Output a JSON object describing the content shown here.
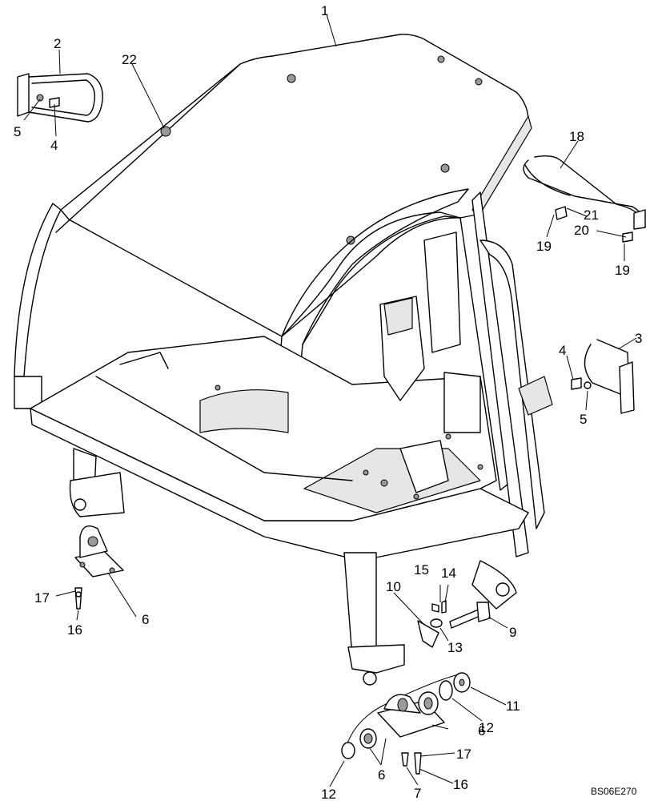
{
  "drawing_code": "BS06E270",
  "callouts": {
    "c1": "1",
    "c2": "2",
    "c3": "3",
    "c4a": "4",
    "c4b": "4",
    "c5a": "5",
    "c5b": "5",
    "c6a": "6",
    "c6b": "6",
    "c6c": "6",
    "c7": "7",
    "c9": "9",
    "c10": "10",
    "c11": "11",
    "c12a": "12",
    "c12b": "12",
    "c13": "13",
    "c14": "14",
    "c15": "15",
    "c16a": "16",
    "c16b": "16",
    "c17a": "17",
    "c17b": "17",
    "c18": "18",
    "c19a": "19",
    "c19b": "19",
    "c20": "20",
    "c21": "21",
    "c22": "22"
  }
}
